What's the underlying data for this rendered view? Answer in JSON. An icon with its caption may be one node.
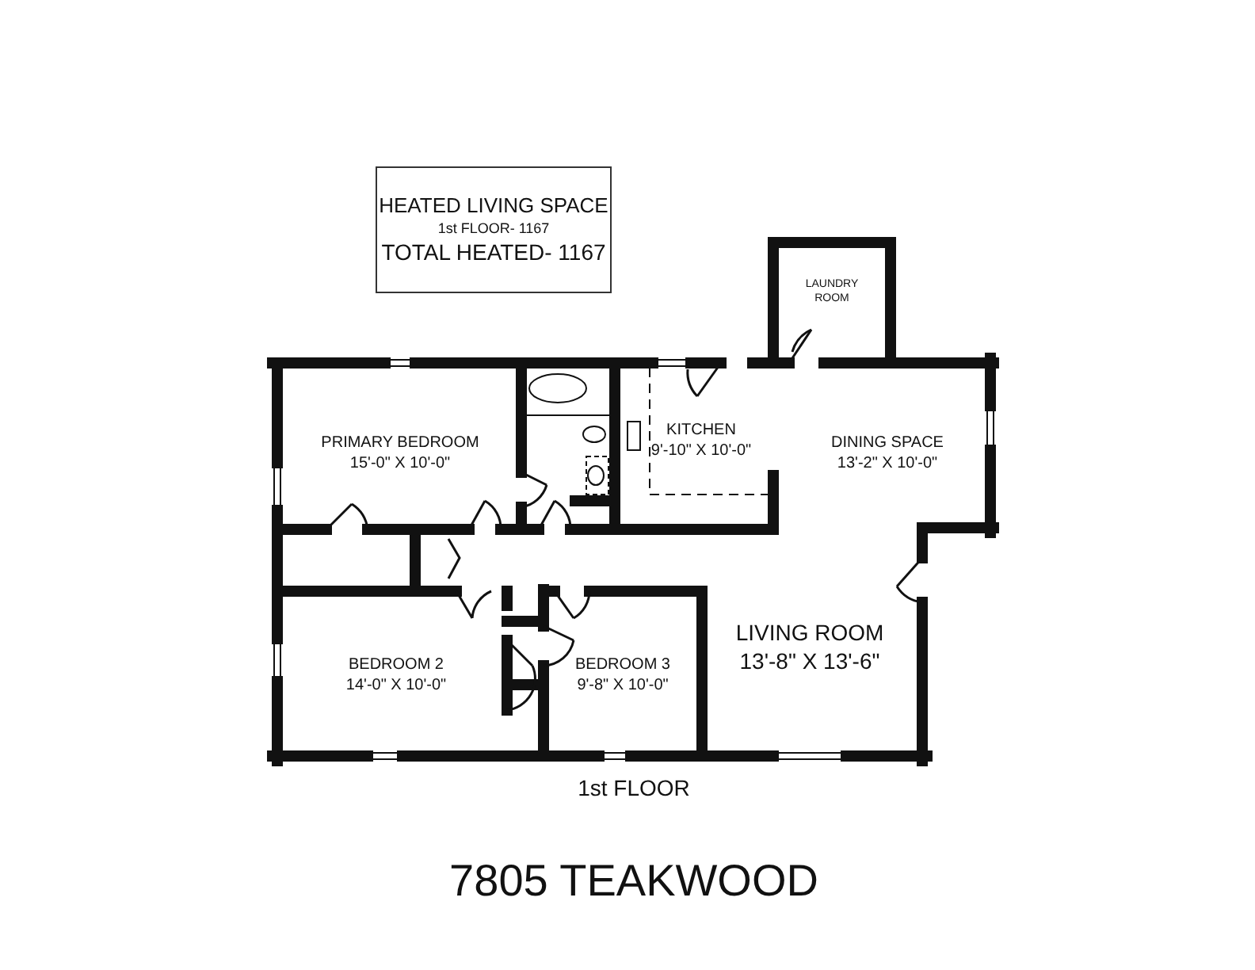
{
  "diagram": {
    "title": "7805 TEAKWOOD",
    "nodes": [
      {
        "text": [
          "HEATED LIVING SPACE",
          "1st FLOOR- 1167",
          "TOTAL HEATED- 1167"
        ]
      },
      {
        "text": [
          "LAUNDRY ROOM"
        ]
      },
      {
        "text": [
          "PRIMARY BEDROOM",
          "15'-0\" X 10'-0\""
        ]
      },
      {
        "text": [
          "KITCHEN",
          "9'-10\" X 10'-0\""
        ]
      },
      {
        "text": [
          "DINING SPACE",
          "13'-2\" X 10'-0\""
        ]
      },
      {
        "text": [
          "LIVING ROOM",
          "13'-8\" X 13'-6\""
        ]
      },
      {
        "text": [
          "BEDROOM 2",
          "14'-0\" X 10'-0\""
        ]
      },
      {
        "text": [
          "BEDROOM 3",
          "9'-8\" X 10'-0\""
        ]
      }
    ],
    "labels": [
      "1st FLOOR"
    ]
  }
}
